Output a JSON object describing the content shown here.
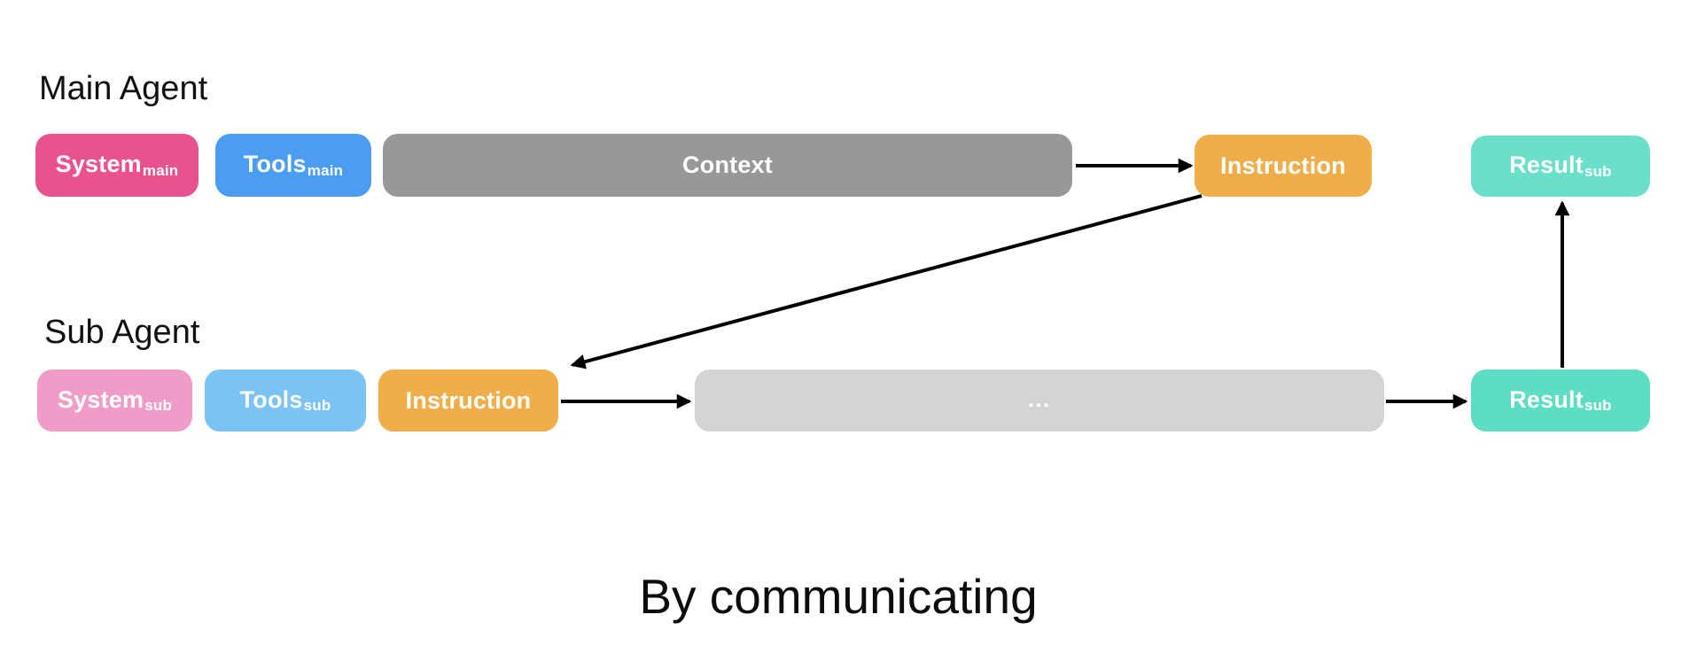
{
  "labels": {
    "main_agent": "Main Agent",
    "sub_agent": "Sub Agent",
    "caption": "By communicating"
  },
  "colors": {
    "background": "#ffffff",
    "arrow": "#000000",
    "node_text": "#ffffff",
    "label_text": "#111111"
  },
  "nodes": {
    "system_main": {
      "text": "System",
      "subscript": "main",
      "color": "#e8538f"
    },
    "tools_main": {
      "text": "Tools",
      "subscript": "main",
      "color": "#4a9df0"
    },
    "context": {
      "text": "Context",
      "subscript": "",
      "color": "#989898"
    },
    "instruction_main": {
      "text": "Instruction",
      "subscript": "",
      "color": "#efae4a"
    },
    "result_main": {
      "text": "Result",
      "subscript": "sub",
      "color": "#6adfc9"
    },
    "system_sub": {
      "text": "System",
      "subscript": "sub",
      "color": "#f19cc8"
    },
    "tools_sub": {
      "text": "Tools",
      "subscript": "sub",
      "color": "#7cc3f5"
    },
    "instruction_sub": {
      "text": "Instruction",
      "subscript": "",
      "color": "#efae4a"
    },
    "ellipsis": {
      "text": "...",
      "subscript": "",
      "color": "#d4d4d4"
    },
    "result_sub": {
      "text": "Result",
      "subscript": "sub",
      "color": "#5eddc5"
    }
  },
  "edges": [
    {
      "from": "context",
      "to": "instruction_main"
    },
    {
      "from": "instruction_main",
      "to": "instruction_sub"
    },
    {
      "from": "instruction_sub",
      "to": "ellipsis"
    },
    {
      "from": "ellipsis",
      "to": "result_sub"
    },
    {
      "from": "result_sub",
      "to": "result_main"
    }
  ]
}
